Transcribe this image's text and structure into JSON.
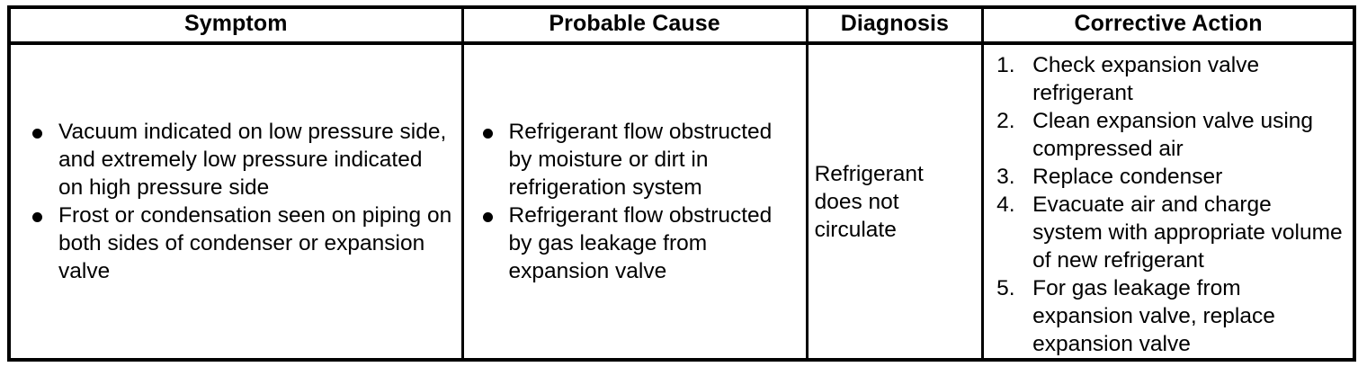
{
  "table": {
    "headers": [
      {
        "label": "Symptom"
      },
      {
        "label": "Probable Cause"
      },
      {
        "label": "Diagnosis"
      },
      {
        "label": "Corrective Action"
      }
    ],
    "rows": [
      {
        "symptom": [
          "Vacuum indicated on low pressure side, and extremely low pressure indicated on high pressure side",
          "Frost or condensation seen on piping on both sides of condenser or expansion valve"
        ],
        "probable_cause": [
          "Refrigerant flow obstructed by moisture or dirt in refrigeration system",
          "Refrigerant flow obstructed by gas leakage from expansion valve"
        ],
        "diagnosis": "Refrigerant does not circulate",
        "corrective_action": [
          {
            "number": "1.",
            "text": "Check expansion valve refrigerant"
          },
          {
            "number": "2.",
            "text": "Clean expansion valve using compressed air"
          },
          {
            "number": "3.",
            "text": "Replace condenser"
          },
          {
            "number": "4.",
            "text": "Evacuate air and charge system with appropriate volume of new refrigerant"
          },
          {
            "number": "5.",
            "text": "For gas leakage from expansion valve, replace expansion valve"
          }
        ]
      }
    ]
  },
  "style": {
    "border_color": "#000000",
    "text_color": "#000000",
    "background": "#ffffff"
  }
}
